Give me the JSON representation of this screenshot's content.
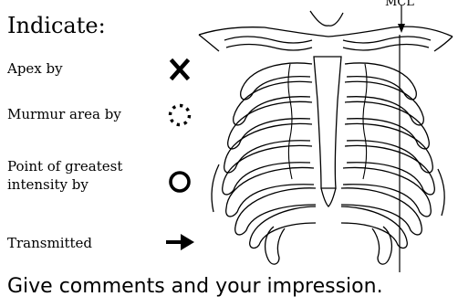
{
  "heading": "Indicate:",
  "legend": {
    "apex": {
      "label": "Apex by",
      "icon": "x-mark-icon"
    },
    "murmur": {
      "label": "Murmur area by",
      "icon": "dotted-circle-icon"
    },
    "pmi": {
      "label_line1": "Point of greatest",
      "label_line2": "intensity by",
      "icon": "open-circle-icon"
    },
    "transmitted": {
      "label": "Transmitted",
      "icon": "right-arrow-icon"
    }
  },
  "diagram": {
    "mcl_label": "MCL"
  },
  "footer": "Give comments and your impression."
}
